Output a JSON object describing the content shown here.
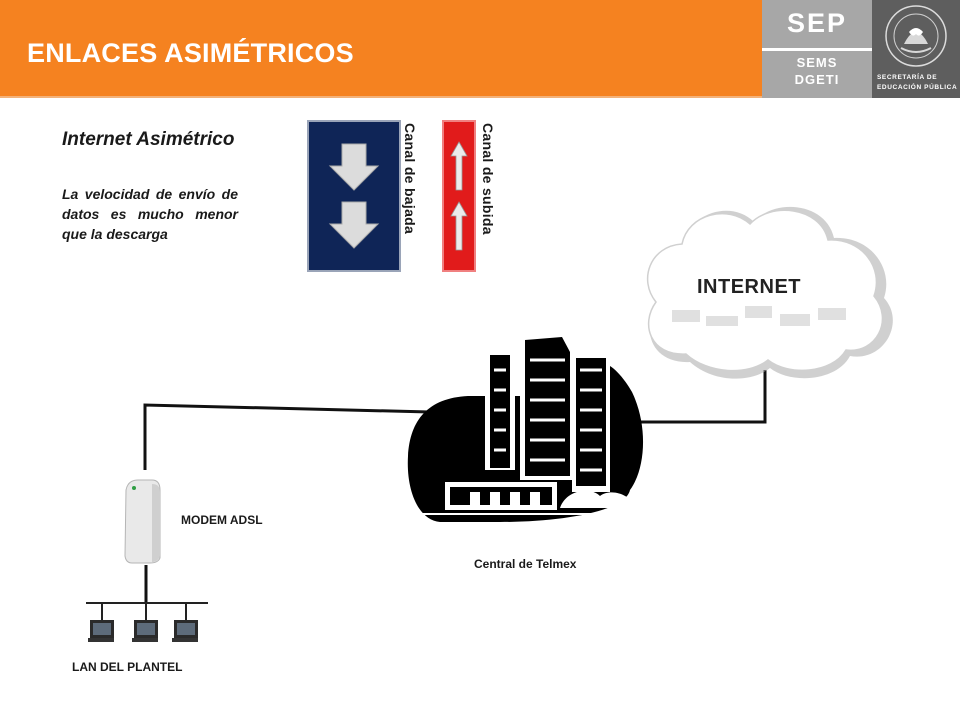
{
  "header": {
    "title": "ENLACES ASIMÉTRICOS",
    "color": "#f58220"
  },
  "logos": {
    "sep": "SEP",
    "sems": "SEMS",
    "dgeti": "DGETI",
    "secretaria_line1": "SECRETARÍA DE",
    "secretaria_line2": "EDUCACIÓN PÚBLICA"
  },
  "intro": {
    "title": "Internet Asimétrico",
    "description": "La velocidad de envío de datos es mucho menor que la descarga"
  },
  "channels": {
    "download": {
      "label": "Canal de bajada",
      "color": "#0f2557",
      "arrows": 2
    },
    "upload": {
      "label": "Canal de subida",
      "color": "#e11b1b",
      "arrows": 2
    }
  },
  "nodes": {
    "internet": "INTERNET",
    "central": "Central de Telmex",
    "modem": "MODEM ADSL",
    "lan": "LAN DEL PLANTEL"
  }
}
